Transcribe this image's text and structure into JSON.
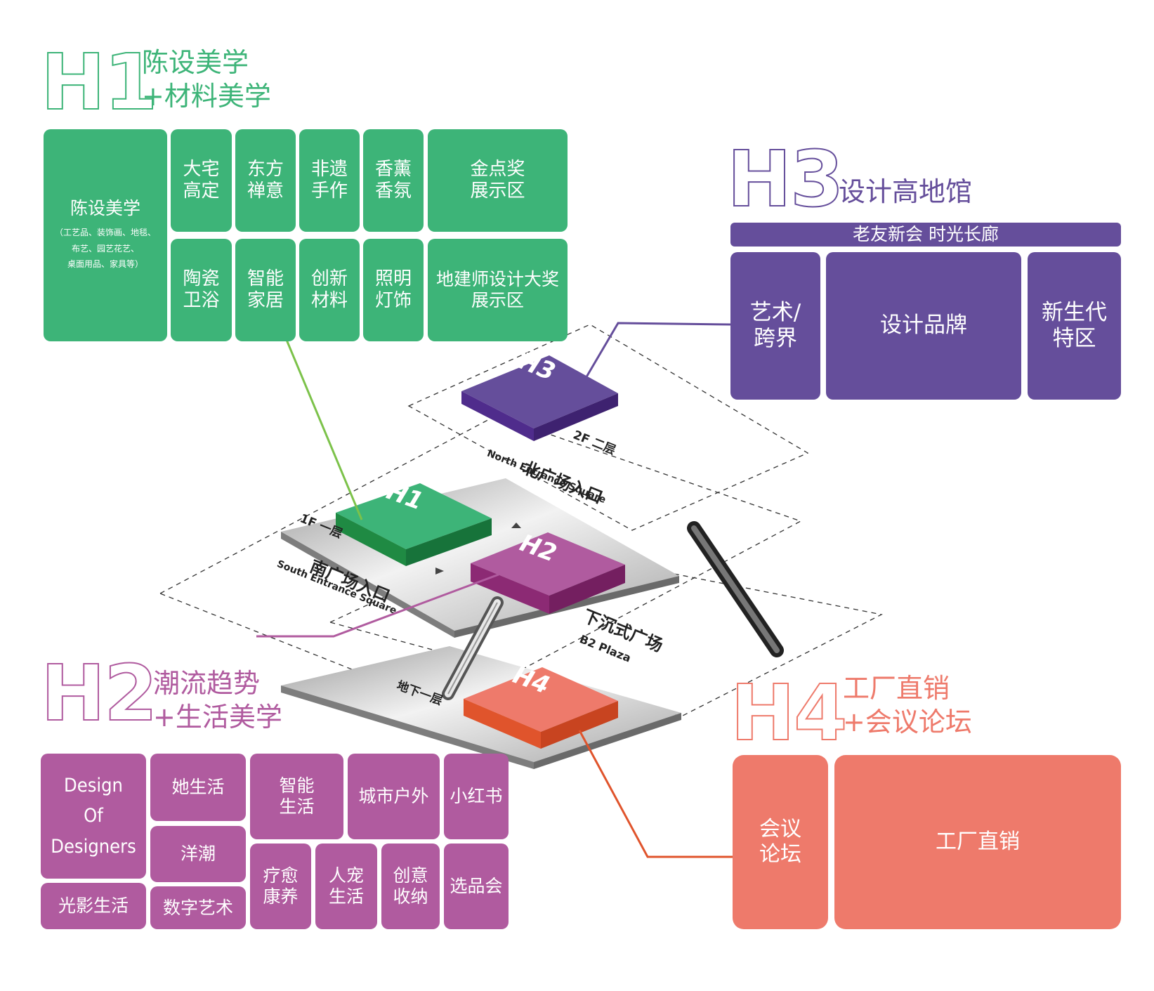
{
  "h1": {
    "code": "H1",
    "title": "陈设美学\n+材料美学",
    "color": "#3db478",
    "tiles": [
      {
        "label": "陈设美学",
        "sub": "（工艺品、装饰画、地毯、\n布艺、园艺花艺、\n桌面用品、家具等）"
      },
      {
        "label": "大宅\n高定"
      },
      {
        "label": "东方\n禅意"
      },
      {
        "label": "非遗\n手作"
      },
      {
        "label": "香薰\n香氛"
      },
      {
        "label": "金点奖\n展示区"
      },
      {
        "label": "陶瓷\n卫浴"
      },
      {
        "label": "智能\n家居"
      },
      {
        "label": "创新\n材料"
      },
      {
        "label": "照明\n灯饰"
      },
      {
        "label": "地建师设计大奖\n展示区"
      }
    ]
  },
  "h3": {
    "code": "H3",
    "title": "设计高地馆",
    "color": "#654e9b",
    "banner": "老友新会 时光长廊",
    "tiles": [
      {
        "label": "艺术/\n跨界"
      },
      {
        "label": "设计品牌"
      },
      {
        "label": "新生代\n特区"
      }
    ]
  },
  "h2": {
    "code": "H2",
    "title": "潮流趋势\n+生活美学",
    "color": "#b05b9f",
    "tiles": [
      {
        "label": "Design\nOf\nDesigners"
      },
      {
        "label": "她生活"
      },
      {
        "label": "智能\n生活"
      },
      {
        "label": "城市户外"
      },
      {
        "label": "小红书"
      },
      {
        "label": "洋潮"
      },
      {
        "label": "疗愈\n康养"
      },
      {
        "label": "人宠\n生活"
      },
      {
        "label": "创意\n收纳"
      },
      {
        "label": "选品会"
      },
      {
        "label": "光影生活"
      },
      {
        "label": "数字艺术"
      }
    ]
  },
  "h4": {
    "code": "H4",
    "title": "工厂直销\n+会议论坛",
    "color": "#ee7a6b",
    "tiles": [
      {
        "label": "会议\n论坛"
      },
      {
        "label": "工厂直销"
      }
    ]
  },
  "map": {
    "floor_2f": "2F 二层",
    "floor_1f": "1F 一层",
    "floor_b1": "地下一层",
    "north_cn": "北广场入口",
    "north_en": "North Entrance Square",
    "south_cn": "南广场入口",
    "south_en": "South Entrance Square",
    "b2_cn": "下沉式广场",
    "b2_en": "B2 Plaza",
    "block_h1": "H1",
    "block_h2": "H2",
    "block_h3": "H3",
    "block_h4": "H4"
  }
}
